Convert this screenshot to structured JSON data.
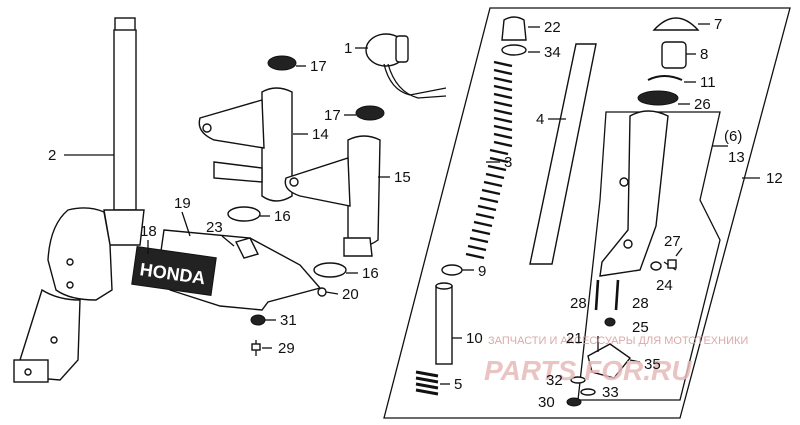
{
  "callouts": {
    "c1": "1",
    "c2": "2",
    "c3": "3",
    "c4": "4",
    "c5": "5",
    "c7": "7",
    "c8": "8",
    "c9": "9",
    "c10": "10",
    "c11": "11",
    "c12": "12",
    "c13": "13",
    "c6": "(6)",
    "c14": "14",
    "c15": "15",
    "c16a": "16",
    "c16b": "16",
    "c17a": "17",
    "c17b": "17",
    "c18": "18",
    "c19": "19",
    "c20": "20",
    "c21": "21",
    "c22": "22",
    "c23": "23",
    "c24": "24",
    "c25": "25",
    "c26": "26",
    "c27": "27",
    "c28a": "28",
    "c28b": "28",
    "c29": "29",
    "c30": "30",
    "c31": "31",
    "c32": "32",
    "c33": "33",
    "c34": "34",
    "c35": "35"
  },
  "emblem": {
    "text": "HONDA"
  },
  "watermark": {
    "line1": "ЗАПЧАСТИ И АКСЕССУАРЫ ДЛЯ МОТОТЕХНИКИ",
    "line2": "PARTS FOR.RU"
  },
  "colors": {
    "ink": "#111111",
    "watermark": "#e7b9b9"
  }
}
